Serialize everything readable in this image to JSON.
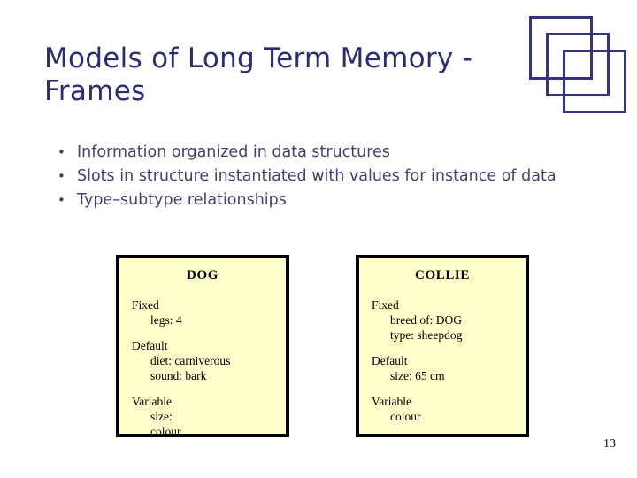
{
  "slide": {
    "title": "Models of Long Term Memory -\nFrames",
    "page_number": "13",
    "colors": {
      "title_text": "#2c2c70",
      "body_text": "#44406e",
      "deco_stroke": "#33337f",
      "frame_fill": "#ffffcc",
      "frame_border": "#000000",
      "background": "#ffffff"
    }
  },
  "decoration": {
    "name": "three-overlapping-squares",
    "squares": [
      {
        "label": "square-back"
      },
      {
        "label": "square-middle"
      },
      {
        "label": "square-front"
      }
    ]
  },
  "bullets": [
    {
      "marker": "•",
      "text": "Information organized in data structures"
    },
    {
      "marker": "•",
      "text": "Slots in structure instantiated with values for instance of data"
    },
    {
      "marker": "•",
      "text": "Type–subtype relationships"
    }
  ],
  "frames": [
    {
      "title": "DOG",
      "groups": [
        {
          "label": "Fixed",
          "slots": [
            "legs: 4"
          ]
        },
        {
          "label": "Default",
          "slots": [
            "diet:  carniverous",
            "sound:  bark"
          ]
        },
        {
          "label": "Variable",
          "slots": [
            "size:",
            "colour"
          ]
        }
      ]
    },
    {
      "title": "COLLIE",
      "groups": [
        {
          "label": "Fixed",
          "slots": [
            "breed of:  DOG",
            "type:  sheepdog"
          ]
        },
        {
          "label": "Default",
          "slots": [
            "size:  65 cm"
          ]
        },
        {
          "label": "Variable",
          "slots": [
            "colour"
          ]
        }
      ]
    }
  ]
}
